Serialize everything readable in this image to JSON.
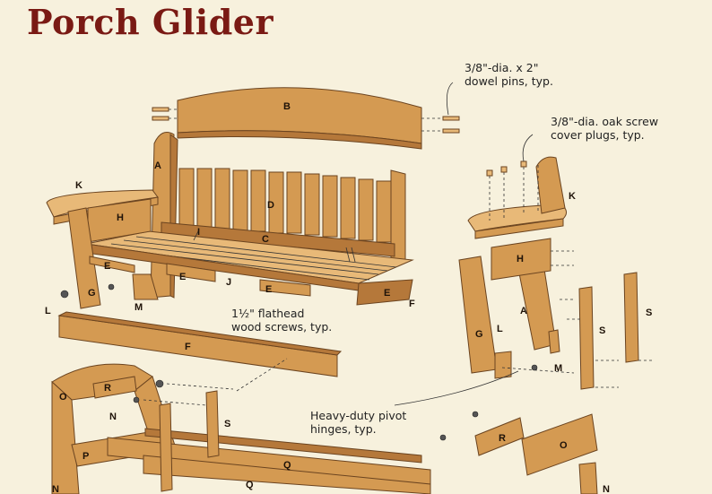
{
  "title": "Porch Glider",
  "callouts": {
    "dowel_pins": "3/8\"-dia. x 2\"\ndowel pins, typ.",
    "screw_plugs": "3/8\"-dia. oak screw\ncover plugs, typ.",
    "wood_screws": "1½\" flathead\nwood screws, typ.",
    "pivot_hinges": "Heavy-duty pivot\nhinges, typ."
  },
  "part_labels": {
    "A": "A",
    "B": "B",
    "C": "C",
    "D": "D",
    "E": "E",
    "F": "F",
    "G": "G",
    "H": "H",
    "I": "I",
    "J": "J",
    "K": "K",
    "L": "L",
    "M": "M",
    "N": "N",
    "O": "O",
    "P": "P",
    "Q": "Q",
    "R": "R",
    "S": "S"
  },
  "colors": {
    "background": "#f7f1dd",
    "wood": "#d49a52",
    "wood_dark": "#b5783a",
    "wood_light": "#e8b978",
    "title": "#7a1a14"
  }
}
